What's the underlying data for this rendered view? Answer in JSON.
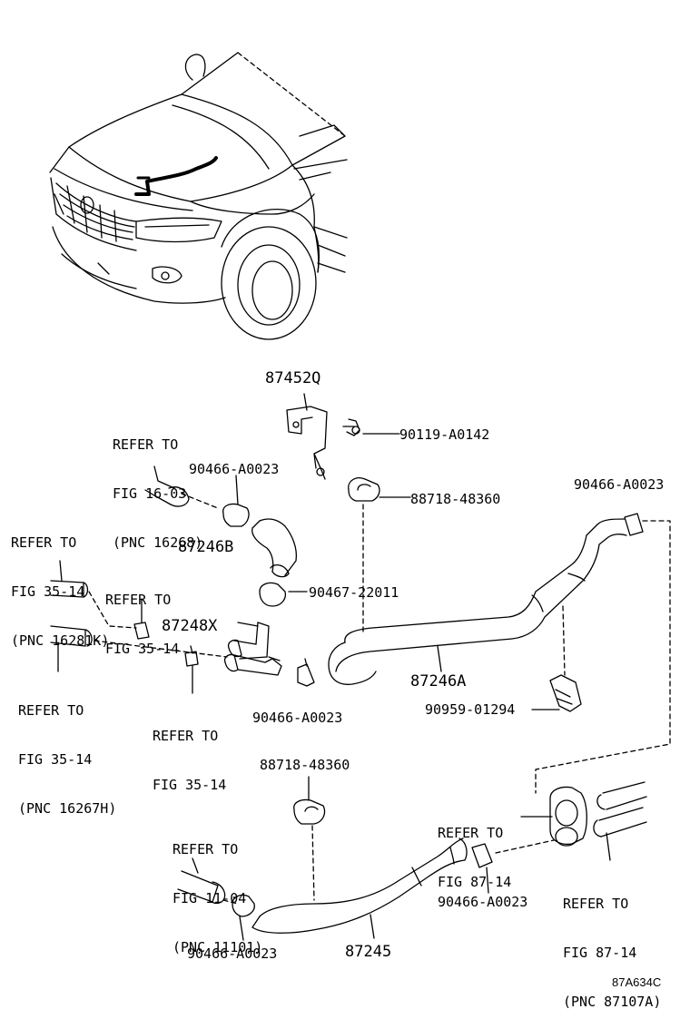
{
  "parts": {
    "p87452Q": "87452Q",
    "p90119": "90119-A0142",
    "p88718_top": "88718-48360",
    "p90466_topright": "90466-A0023",
    "p90466_topleft": "90466-A0023",
    "p87246B": "87246B",
    "p90467": "90467-22011",
    "p87248X": "87248X",
    "p87246A": "87246A",
    "p90959": "90959-01294",
    "p90466_mid": "90466-A0023",
    "p88718_bottom": "88718-48360",
    "p90466_bottomright": "90466-A0023",
    "p90466_bottomleft": "90466-A0023",
    "p87245": "87245"
  },
  "refs": {
    "r1": [
      "REFER TO",
      "FIG 16-03",
      "(PNC 16268)"
    ],
    "r2": [
      "REFER TO",
      "FIG 35-14",
      "(PNC 16281K)"
    ],
    "r3": [
      "REFER TO",
      "FIG 35-14"
    ],
    "r4": [
      "REFER TO",
      "FIG 35-14",
      "(PNC 16267H)"
    ],
    "r5": [
      "REFER TO",
      "FIG 35-14"
    ],
    "r6": [
      "REFER TO",
      "FIG 11-04",
      "(PNC 11101)"
    ],
    "r7": [
      "REFER TO",
      "FIG 87-14"
    ],
    "r8": [
      "REFER TO",
      "FIG 87-14",
      "(PNC 87107A)"
    ]
  },
  "diagram_code": "87A634C"
}
